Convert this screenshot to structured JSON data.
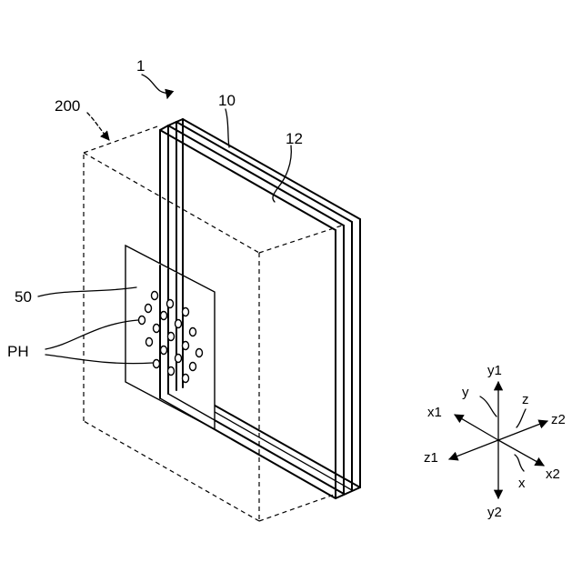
{
  "labels": {
    "device": "1",
    "housing": "200",
    "plate": "10",
    "surface": "12",
    "sheet": "50",
    "holes": "PH"
  },
  "axes": {
    "y1": "y1",
    "y2": "y2",
    "x1": "x1",
    "x2": "x2",
    "z1": "z1",
    "z2": "z2",
    "y": "y",
    "z": "z",
    "x": "x"
  },
  "colors": {
    "line": "#000000",
    "background": "#ffffff"
  }
}
